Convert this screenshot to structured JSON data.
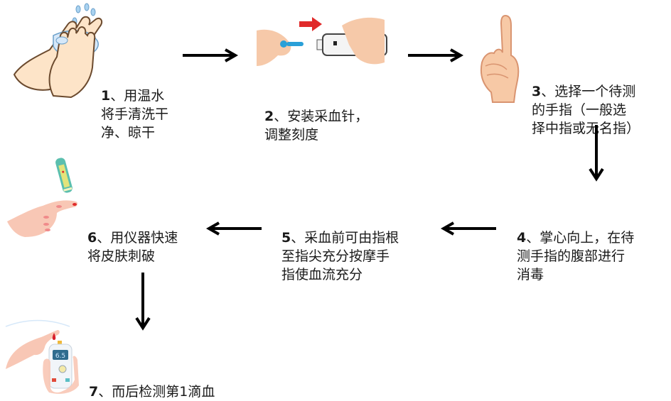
{
  "title": "指尖采血测血糖步骤",
  "steps": [
    {
      "num": "1",
      "text": "、用温水\n将手清洗干\n净、晾干",
      "icon": "hand-washing-icon"
    },
    {
      "num": "2",
      "text": "、安装采血针，\n调整刻度",
      "icon": "lancet-device-icon"
    },
    {
      "num": "3",
      "text": "、选择一个待测\n的手指（一般选\n择中指或无名指）",
      "icon": "pointing-finger-icon"
    },
    {
      "num": "4",
      "text": "、掌心向上，在待\n测手指的腹部进行\n消毒",
      "icon": ""
    },
    {
      "num": "5",
      "text": "、采血前可由指根\n至指尖充分按摩手\n指使血流充分",
      "icon": ""
    },
    {
      "num": "6",
      "text": "、用仪器快速\n将皮肤刺破",
      "icon": "finger-prick-icon"
    },
    {
      "num": "7",
      "text": "、而后检测第1滴血",
      "icon": "glucose-meter-icon"
    }
  ],
  "meter_reading": "6.5",
  "colors": {
    "skin": "#fbd9c0",
    "skin_outline": "#c98a6a",
    "foam": "#cfe3f7",
    "blood": "#d8202a",
    "arrow": "#000000",
    "lancet_blue": "#2aa0d8"
  }
}
